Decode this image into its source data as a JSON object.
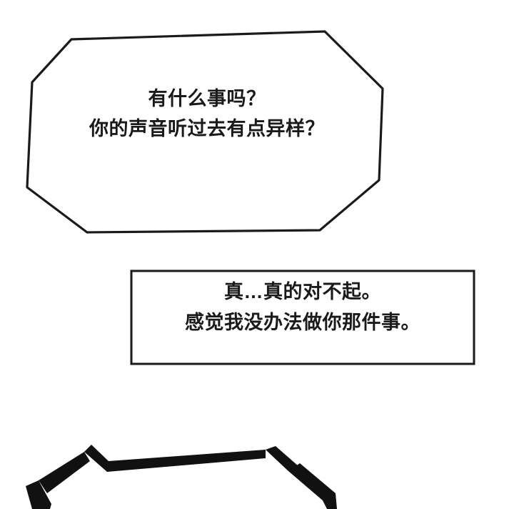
{
  "panel": {
    "background_color": "#ffffff",
    "ink_color": "#1a1a1a"
  },
  "bubbles": [
    {
      "id": "bubble-octagon",
      "shape": "octagon-speech-balloon",
      "outline_color": "#1a1a1a",
      "fill_color": "#ffffff",
      "text": "有什么事吗？\n你的声音听过去有点异样？"
    },
    {
      "id": "bubble-rectangle",
      "shape": "rectangle-speech-box",
      "outline_color": "#1a1a1a",
      "fill_color": "#ffffff",
      "text": "真…真的对不起。\n感觉我没办法做你那件事。"
    }
  ],
  "artwork": {
    "bottom_strokes_name": "hair-strand-brush-strokes",
    "stroke_color": "#111111"
  }
}
